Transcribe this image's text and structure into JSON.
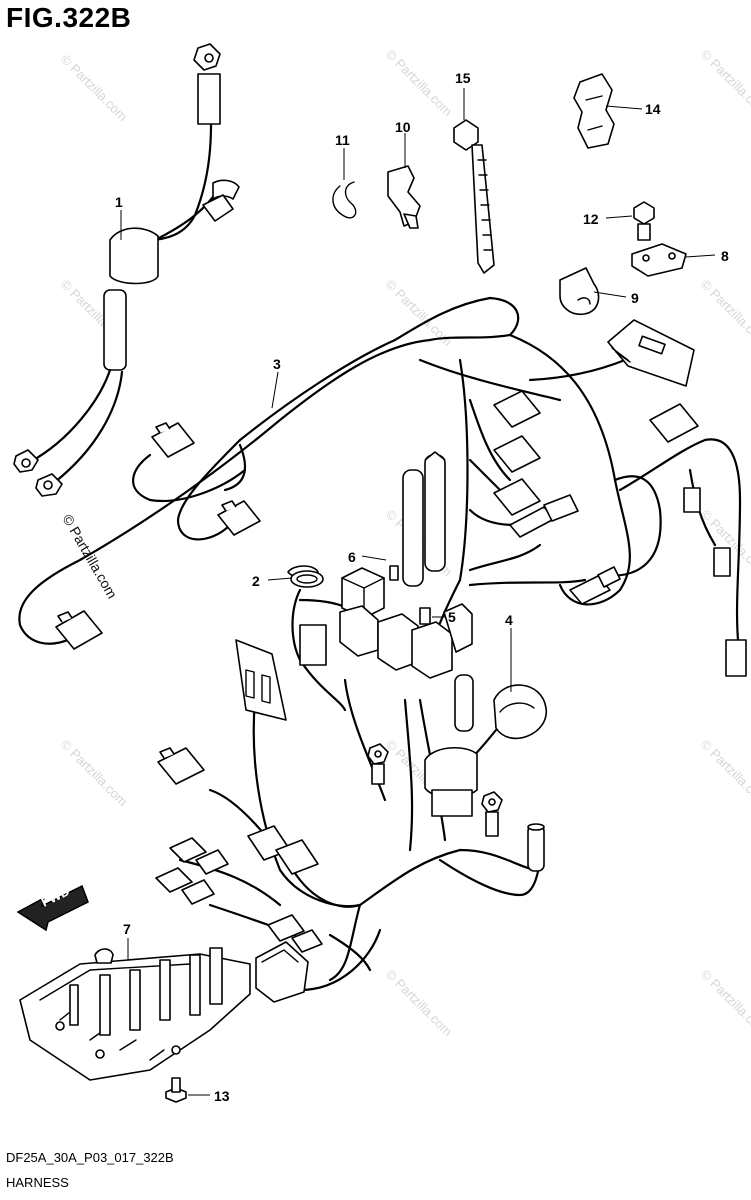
{
  "figure": {
    "title": "FIG.322B",
    "code": "DF25A_30A_P03_017_322B",
    "name": "HARNESS"
  },
  "watermark": {
    "text": "© Partzilla.com",
    "dark_text": "© Partzilla.com"
  },
  "direction_arrow": {
    "label": "FWD"
  },
  "callouts": [
    {
      "id": "1",
      "label": "1"
    },
    {
      "id": "2",
      "label": "2"
    },
    {
      "id": "3",
      "label": "3"
    },
    {
      "id": "4",
      "label": "4"
    },
    {
      "id": "5",
      "label": "5"
    },
    {
      "id": "6",
      "label": "6"
    },
    {
      "id": "7",
      "label": "7"
    },
    {
      "id": "8",
      "label": "8"
    },
    {
      "id": "9",
      "label": "9"
    },
    {
      "id": "10",
      "label": "10"
    },
    {
      "id": "11",
      "label": "11"
    },
    {
      "id": "12",
      "label": "12"
    },
    {
      "id": "13",
      "label": "13"
    },
    {
      "id": "14",
      "label": "14"
    },
    {
      "id": "15",
      "label": "15"
    }
  ]
}
